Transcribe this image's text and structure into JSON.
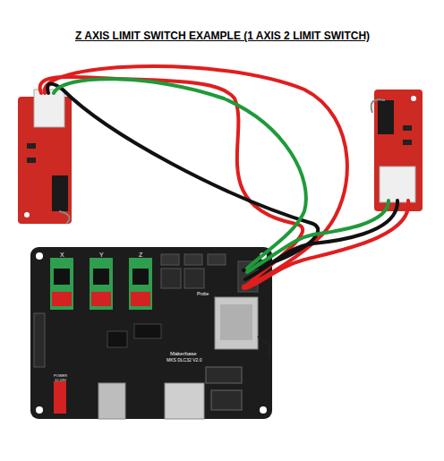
{
  "diagram": {
    "title": "Z AXIS LIMIT SWITCH EXAMPLE (1 AXIS 2 LIMIT SWITCH)",
    "labels": [
      "X",
      "Y",
      "Z",
      "Probe",
      "Makerbase",
      "MKS DLC32 V2.0",
      "POWER",
      "12-24V"
    ]
  }
}
